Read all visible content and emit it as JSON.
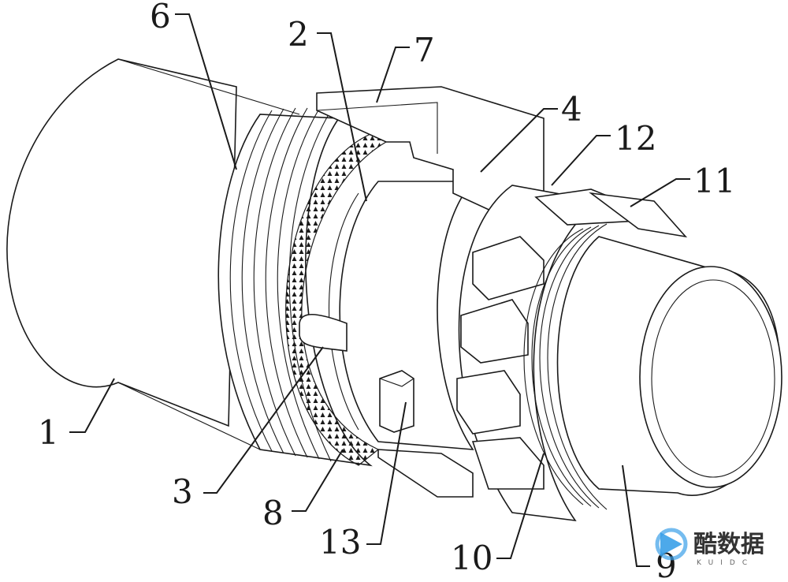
{
  "labels": {
    "l1": "1",
    "l2": "2",
    "l3": "3",
    "l4": "4",
    "l6": "6",
    "l7": "7",
    "l8": "8",
    "l9": "9",
    "l10": "10",
    "l11": "11",
    "l12": "12",
    "l13": "13"
  },
  "watermark": {
    "brand": "酷数据",
    "sub": "KUIDC"
  },
  "colors": {
    "line": "#1a1a1a",
    "background": "#ffffff",
    "watermark_blue": "#3aa0e8"
  }
}
